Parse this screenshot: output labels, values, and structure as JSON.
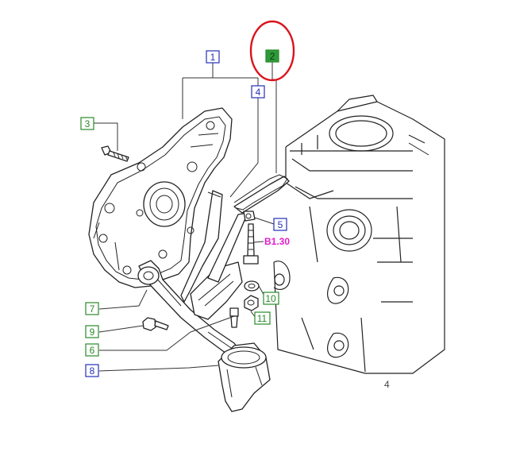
{
  "callouts": [
    {
      "id": "c1",
      "text": "1",
      "color": "#2330b8"
    },
    {
      "id": "c2",
      "text": "2",
      "color": "#2a8a2a",
      "fill": "#2e9a3a"
    },
    {
      "id": "c3",
      "text": "3",
      "color": "#2a8a2a"
    },
    {
      "id": "c4",
      "text": "4",
      "color": "#2330b8"
    },
    {
      "id": "c5",
      "text": "5",
      "color": "#2330b8"
    },
    {
      "id": "c6",
      "text": "6",
      "color": "#2a8a2a"
    },
    {
      "id": "c7",
      "text": "7",
      "color": "#2a8a2a"
    },
    {
      "id": "c8",
      "text": "8",
      "color": "#2330b8"
    },
    {
      "id": "c9",
      "text": "9",
      "color": "#2a8a2a"
    },
    {
      "id": "c10",
      "text": "10",
      "color": "#2a8a2a"
    },
    {
      "id": "c11",
      "text": "11",
      "color": "#2a8a2a"
    }
  ],
  "spec_label": {
    "text": "B1.30",
    "color": "#e01ccf"
  },
  "highlight_color": "#d9141b",
  "corner_mark": "4"
}
